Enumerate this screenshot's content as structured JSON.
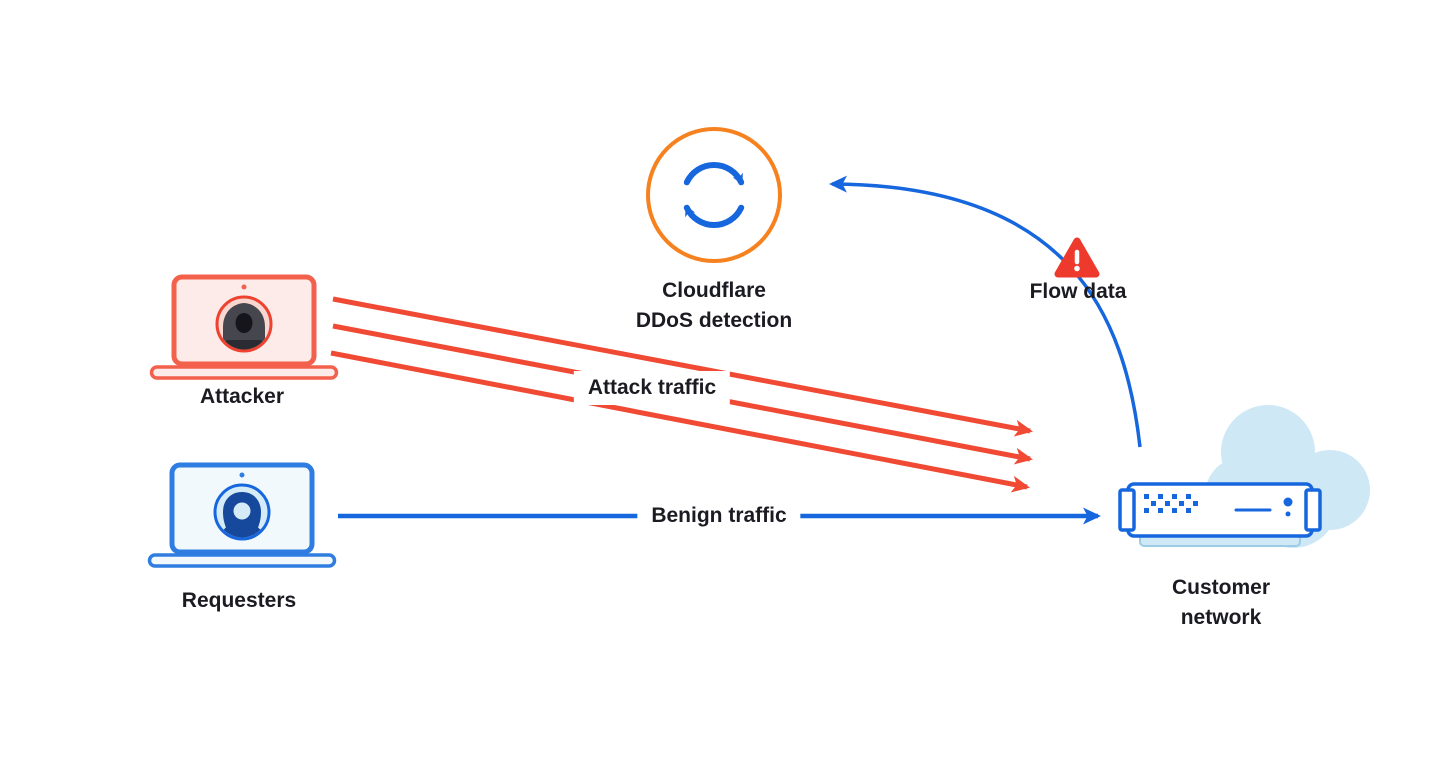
{
  "colors": {
    "attack_red": "#f04a35",
    "laptop_red": "#f3604c",
    "blue": "#1666dd",
    "laptop_blue": "#2f7de0",
    "orange": "#f6821f",
    "cloud_light_blue": "#cfe8f6",
    "warning_red": "#ee3a2c",
    "text": "#1b1b22"
  },
  "nodes": {
    "attacker": {
      "label": "Attacker"
    },
    "requesters": {
      "label": "Requesters"
    },
    "cloudflare_detection": {
      "label_line1": "Cloudflare",
      "label_line2": "DDoS detection"
    },
    "flow_data": {
      "label": "Flow data"
    },
    "customer_network": {
      "label_line1": "Customer",
      "label_line2": "network"
    }
  },
  "edges": {
    "attack_traffic": {
      "label": "Attack traffic",
      "from": "attacker",
      "to": "customer_network",
      "color": "#f04a35",
      "lines": 3
    },
    "benign_traffic": {
      "label": "Benign traffic",
      "from": "requesters",
      "to": "customer_network",
      "color": "#1666dd",
      "lines": 1
    },
    "flow_data_feedback": {
      "from": "customer_network",
      "to": "cloudflare_detection",
      "via": "flow_data",
      "color": "#1666dd",
      "lines": 1
    }
  }
}
